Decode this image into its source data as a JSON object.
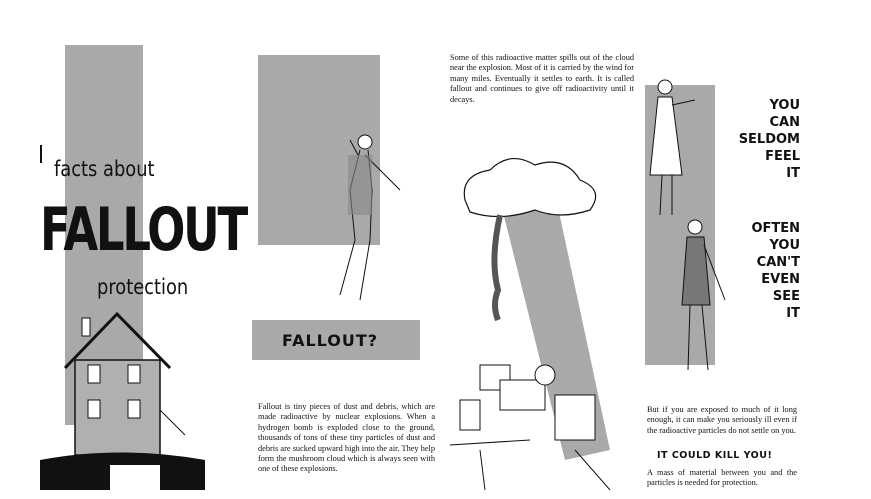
{
  "cover": {
    "line1": "facts about",
    "title": "FALLOUT",
    "line3": "protection"
  },
  "panel2": {
    "heading": "FALLOUT?",
    "body": "Fallout is tiny pieces of dust and debris, which are made radioactive by nuclear explosions. When a hydrogen bomb is exploded close to the ground, thousands of tons of these tiny particles of dust and debris are sucked upward high into the air. They help form the mushroom cloud which is always seen with one of these explosions."
  },
  "panel3": {
    "body": "Some of this radioactive matter spills out of the cloud near the explosion. Most of it is carried by the wind for many miles. Eventually it settles to earth. It is called fallout and continues to give off radioactivity until it decays."
  },
  "panel4": {
    "heading1": [
      "YOU",
      "CAN",
      "SELDOM",
      "FEEL",
      "IT"
    ],
    "heading2": [
      "OFTEN",
      "YOU",
      "CAN'T",
      "EVEN",
      "SEE",
      "IT"
    ],
    "body": "But if you are exposed to much of it long enough, it can make you seriously ill even if the radioactive particles do not settle on you.",
    "warning": "IT COULD KILL YOU!",
    "footer": "A mass of material between you and the particles is needed for protection."
  }
}
